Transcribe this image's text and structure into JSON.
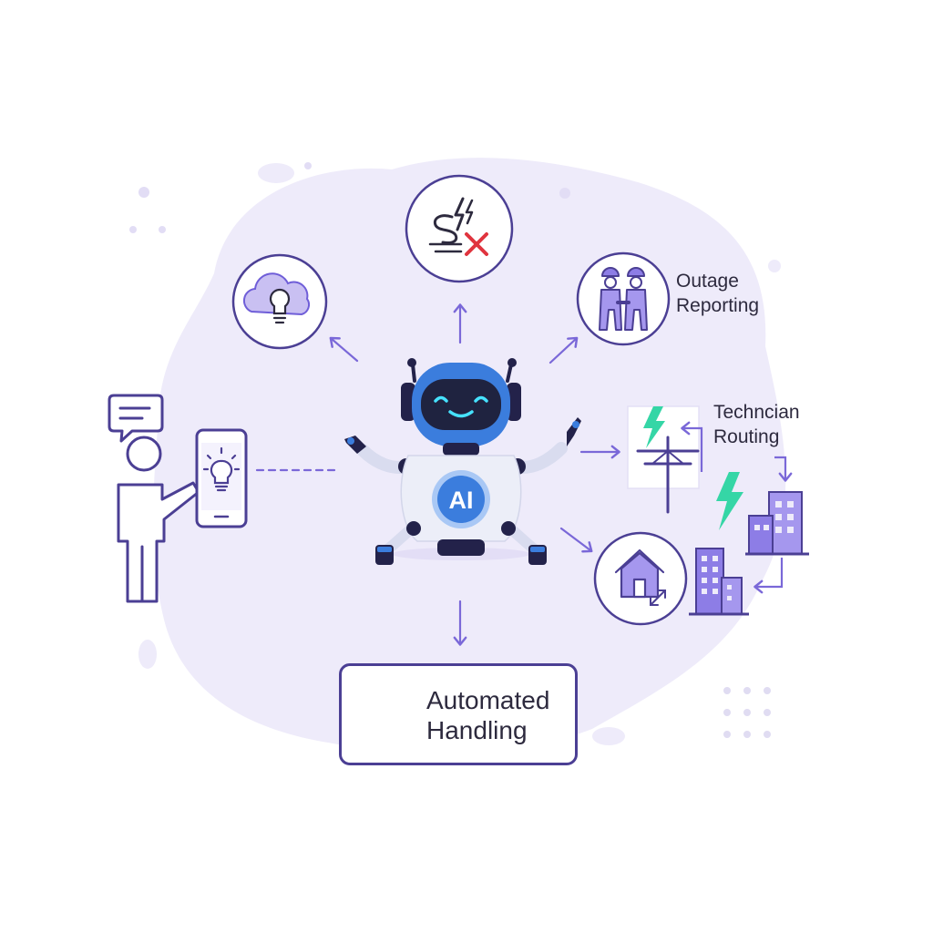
{
  "diagram": {
    "center": {
      "badge": "AI",
      "icon": "robot-icon"
    },
    "nodes": [
      {
        "id": "lightbulb-cloud",
        "icon": "cloud-lightbulb-icon"
      },
      {
        "id": "power-fault",
        "icon": "power-fault-icon"
      },
      {
        "id": "outage-reporting",
        "icon": "technicians-icon",
        "label_lines": [
          "Outage",
          "Reporting"
        ]
      },
      {
        "id": "technician-routing",
        "icon": "power-pole-icon",
        "label_lines": [
          "Techncian",
          "Routing"
        ]
      },
      {
        "id": "home-buildings",
        "icon": "house-icon"
      },
      {
        "id": "automated-handling",
        "icon": "checkmark-icon",
        "label_lines": [
          "Automated",
          "Handling"
        ]
      }
    ],
    "user": {
      "icon": "person-icon",
      "device_icon": "smartphone-icon",
      "bubble_icon": "chat-bubble-icon"
    },
    "colors": {
      "outline": "#4b3f94",
      "purple": "#6f5ed8",
      "lavender": "#eeebfa",
      "robot_blue": "#3b7ddd",
      "accent_green": "#35d6a6",
      "alert_red": "#e0343e"
    }
  }
}
